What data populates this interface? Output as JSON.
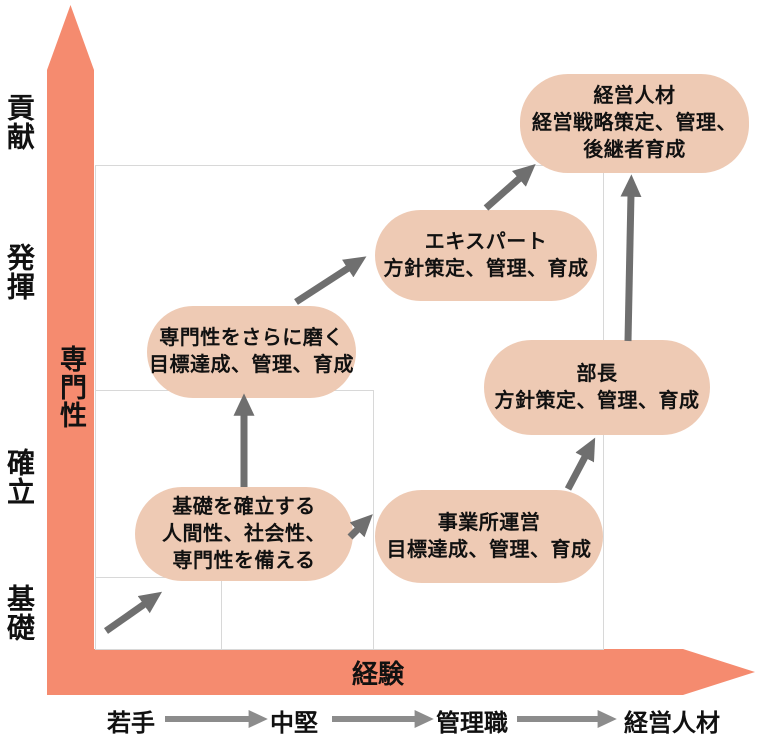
{
  "axes": {
    "y_axis_label": "専門性",
    "x_axis_label": "経験",
    "y_ticks": [
      "貢献",
      "発揮",
      "確立",
      "基礎"
    ],
    "x_stages": [
      "若手",
      "中堅",
      "管理職",
      "経営人材"
    ]
  },
  "boxes": [
    {
      "id": "foundation",
      "lines": [
        "基礎を確立する",
        "人間性、社会性、",
        "専門性を備える"
      ]
    },
    {
      "id": "refine",
      "lines": [
        "専門性をさらに磨く",
        "目標達成、管理、育成"
      ]
    },
    {
      "id": "expert",
      "lines": [
        "エキスパート",
        "方針策定、管理、育成"
      ]
    },
    {
      "id": "executive",
      "lines": [
        "経営人材",
        "経営戦略策定、管理、",
        "後継者育成"
      ]
    },
    {
      "id": "office",
      "lines": [
        "事業所運営",
        "目標達成、管理、育成"
      ]
    },
    {
      "id": "director",
      "lines": [
        "部長",
        "方針策定、管理、育成"
      ]
    }
  ],
  "colors": {
    "axis_bar": "#F58B6F",
    "box_fill": "#EECAB4",
    "grid_line": "#D8D8D8",
    "flow_arrow": "#6F6F6F",
    "stage_arrow": "#8C8C8C",
    "text": "#111111"
  }
}
